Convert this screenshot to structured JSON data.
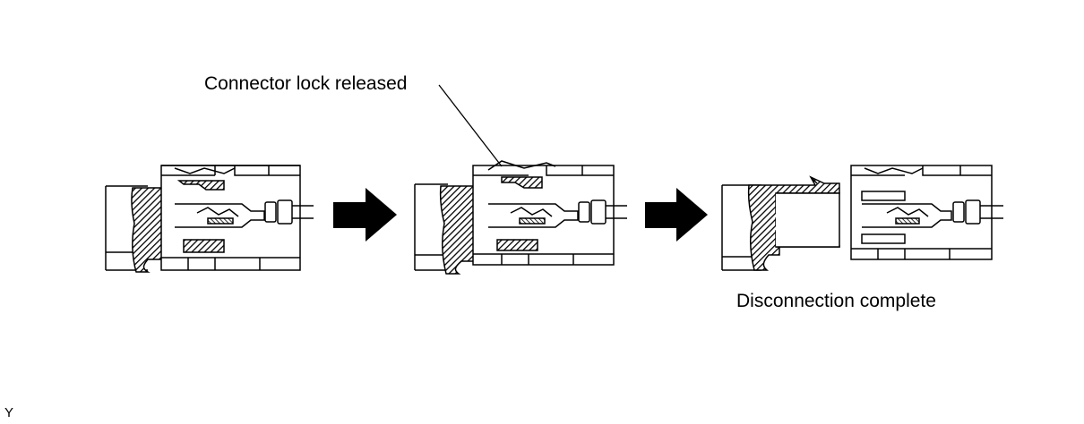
{
  "diagram": {
    "callout_lock": "Connector lock released",
    "callout_complete": "Disconnection complete",
    "figure_code": "Y"
  }
}
